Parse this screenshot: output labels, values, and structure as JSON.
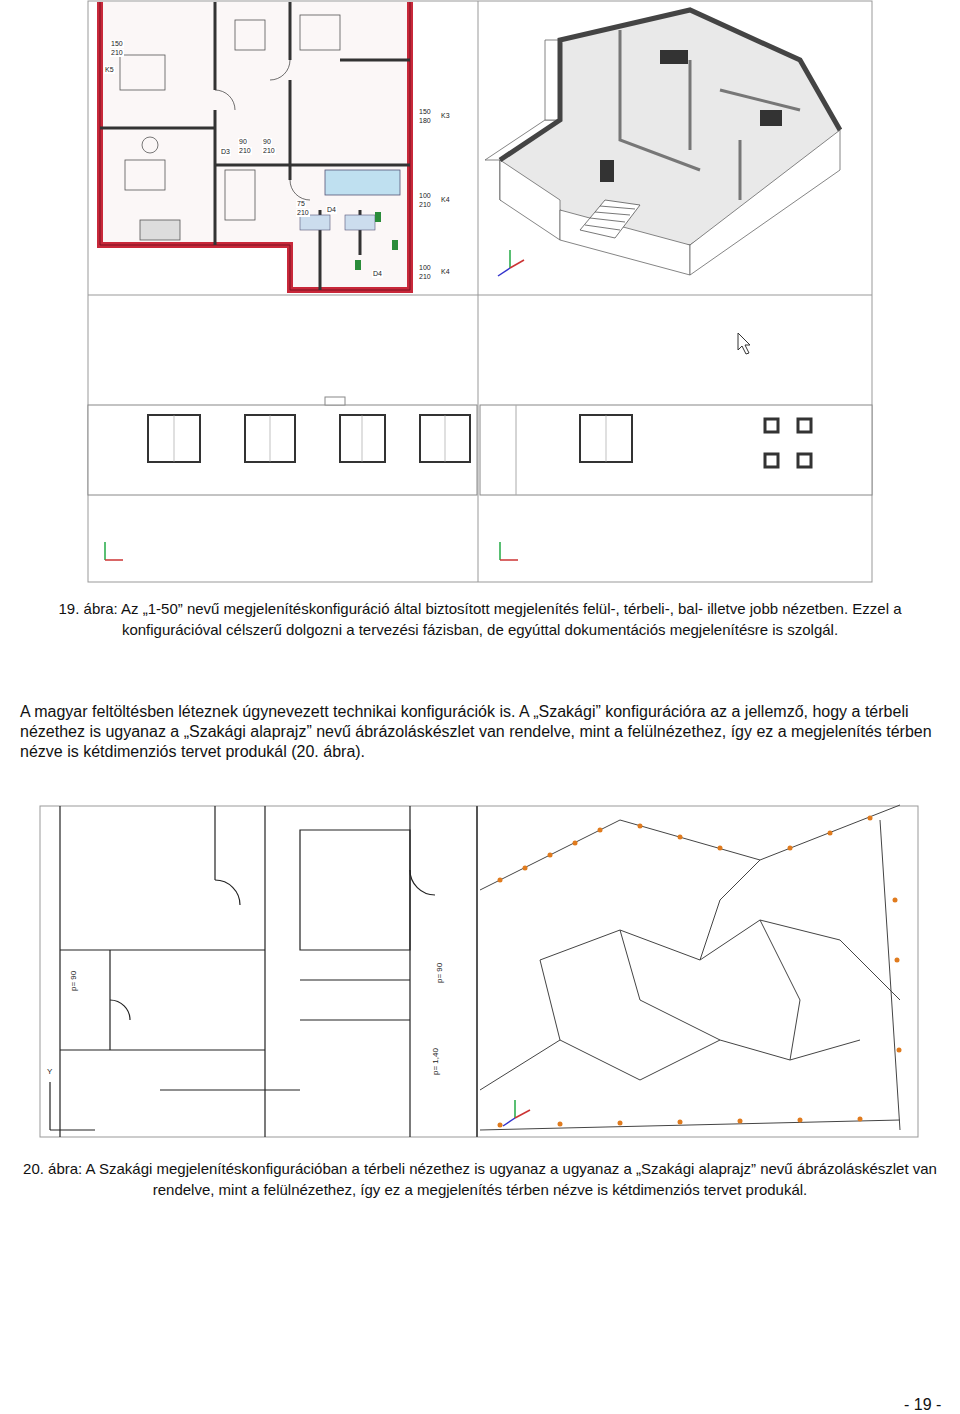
{
  "diagram": {
    "labels": [
      "19. ábra: Az „1-50” nevű megjelenítéskonfiguráció által biztosított megjelenítés felül-, térbeli-, bal- illetve jobb nézetben. Ezzel a konfigurációval célszerű dolgozni a tervezési fázisban, de egyúttal dokumentációs megjelenítésre is szolgál.",
      "A magyar feltöltésben léteznek úgynevezett technikai konfigurációk is. A „Szakági” konfigurációra az a jellemző, hogy a térbeli nézethez is ugyanaz a „Szakági alaprajz” nevű ábrázoláskészlet van rendelve, mint a felülnézethez, így ez a megjelenítés térben nézve is kétdimenziós tervet produkál (20. ábra).",
      "20. ábra: A Szakági megjelenítéskonfigurációban a térbeli nézethez is ugyanaz a ugyanaz a „Szakági alaprajz” nevű ábrázoláskészlet van rendelve, mint a felülnézethez, így ez a megjelenítés térben nézve is kétdimenziós tervet produkál.",
      "- 19 -",
      "150",
      "210",
      "K5",
      "150",
      "180",
      "K3",
      "90",
      "210",
      "D3",
      "90",
      "210",
      "100",
      "210",
      "K4",
      "D4",
      "75",
      "210",
      "D4",
      "100",
      "210",
      "K4",
      "p= 90",
      "p= 90",
      "p= 1,40",
      "Y"
    ]
  }
}
